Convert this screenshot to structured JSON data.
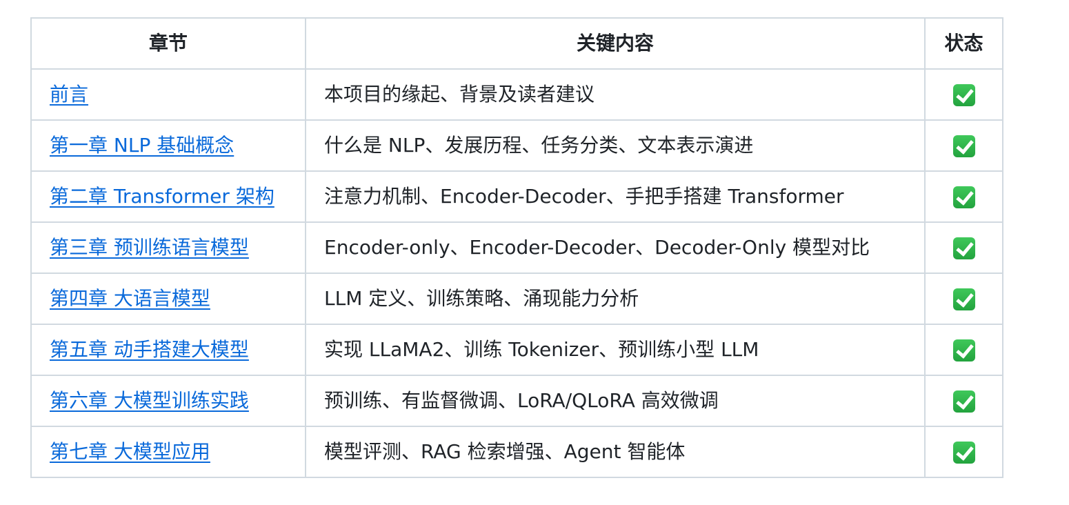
{
  "table": {
    "headers": [
      "章节",
      "关键内容",
      "状态"
    ],
    "rows": [
      {
        "chapter": "前言",
        "content": "本项目的缘起、背景及读者建议",
        "status_icon": "check-icon"
      },
      {
        "chapter": "第一章 NLP 基础概念",
        "content": "什么是 NLP、发展历程、任务分类、文本表示演进",
        "status_icon": "check-icon"
      },
      {
        "chapter": "第二章 Transformer 架构",
        "content": "注意力机制、Encoder-Decoder、手把手搭建 Transformer",
        "status_icon": "check-icon"
      },
      {
        "chapter": "第三章 预训练语言模型",
        "content": "Encoder-only、Encoder-Decoder、Decoder-Only 模型对比",
        "status_icon": "check-icon"
      },
      {
        "chapter": "第四章 大语言模型",
        "content": "LLM 定义、训练策略、涌现能力分析",
        "status_icon": "check-icon"
      },
      {
        "chapter": "第五章 动手搭建大模型",
        "content": "实现 LLaMA2、训练 Tokenizer、预训练小型 LLM",
        "status_icon": "check-icon"
      },
      {
        "chapter": "第六章 大模型训练实践",
        "content": "预训练、有监督微调、LoRA/QLoRA 高效微调",
        "status_icon": "check-icon"
      },
      {
        "chapter": "第七章 大模型应用",
        "content": "模型评测、RAG 检索增强、Agent 智能体",
        "status_icon": "check-icon"
      }
    ]
  },
  "colors": {
    "link": "#0969da",
    "border": "#d1d9e0",
    "text": "#1f2328",
    "check": "#2ea44f"
  }
}
